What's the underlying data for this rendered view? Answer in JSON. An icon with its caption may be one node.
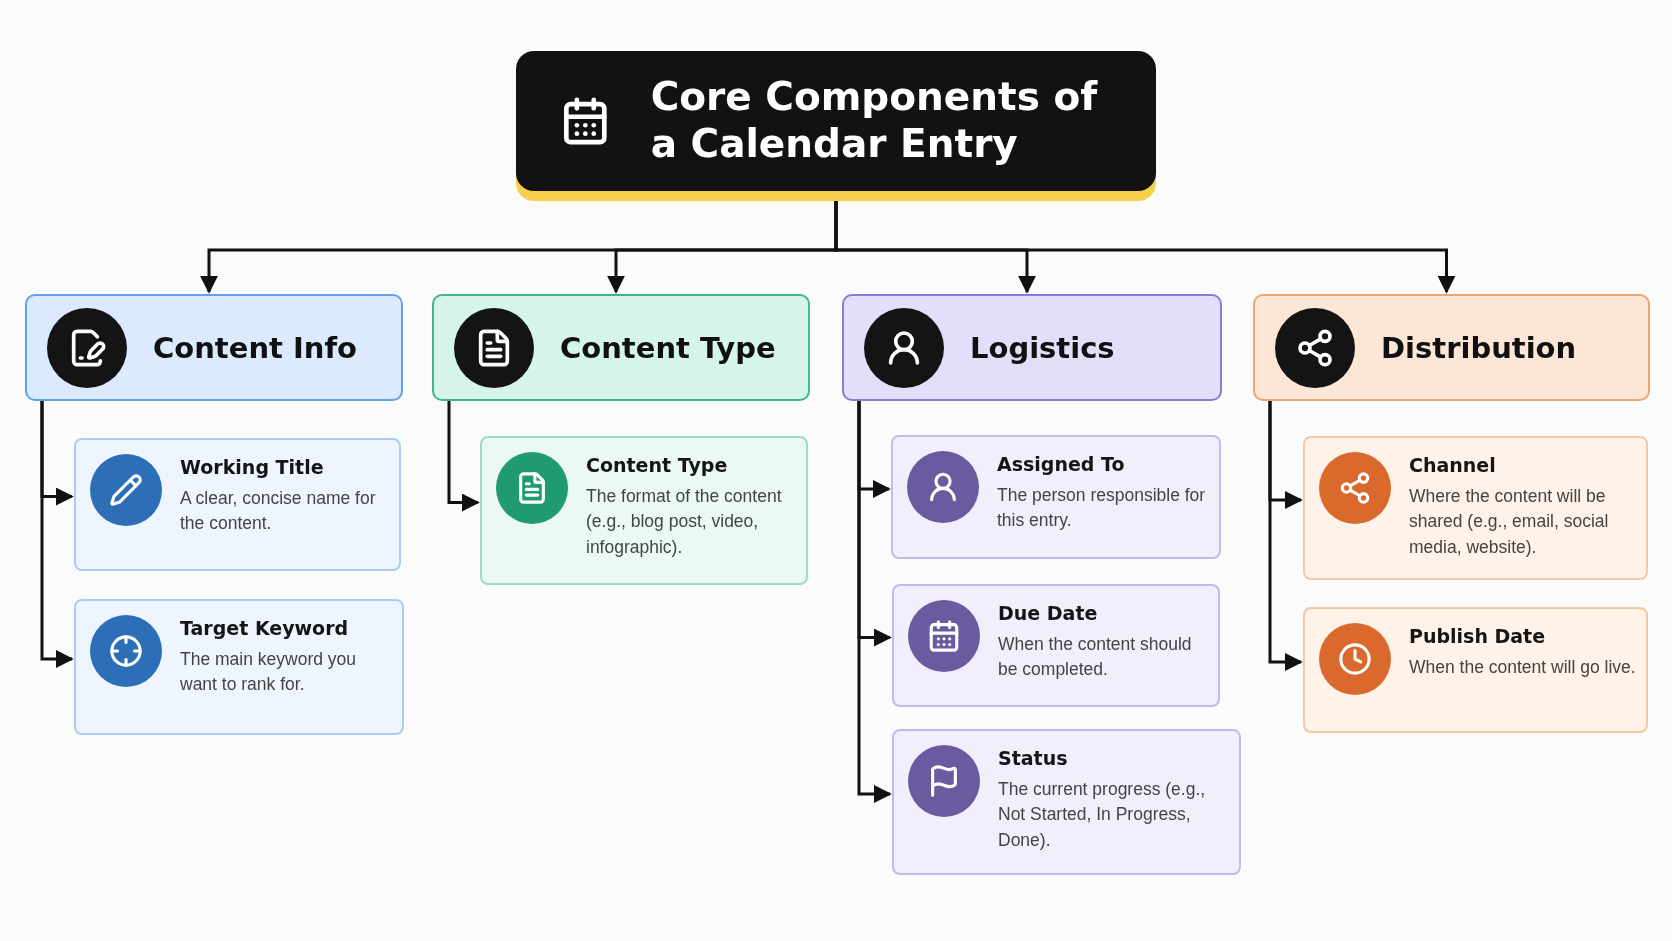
{
  "diagram": {
    "nodes": [
      {
        "text": [
          "Core Components of a Calendar Entry"
        ]
      },
      {
        "text": [
          "Content Info"
        ]
      },
      {
        "text": [
          "Working Title",
          "A clear, concise name for the content."
        ]
      },
      {
        "text": [
          "Target Keyword",
          "The main keyword you want to rank for."
        ]
      },
      {
        "text": [
          "Content Type"
        ]
      },
      {
        "text": [
          "Content Type",
          "The format of the content (e.g., blog post, video, infographic)."
        ]
      },
      {
        "text": [
          "Logistics"
        ]
      },
      {
        "text": [
          "Assigned To",
          "The person responsible for this entry."
        ]
      },
      {
        "text": [
          "Due Date",
          "When the content should be completed."
        ]
      },
      {
        "text": [
          "Status",
          "The current progress (e.g., Not Started, In Progress, Done)."
        ]
      },
      {
        "text": [
          "Distribution"
        ]
      },
      {
        "text": [
          "Channel",
          "Where the content will be shared (e.g., email, social media, website)."
        ]
      },
      {
        "text": [
          "Publish Date",
          "When the content will go live."
        ]
      }
    ],
    "edges": [
      {
        "from": 0,
        "to": 1,
        "arrow": "to"
      },
      {
        "from": 0,
        "to": 4,
        "arrow": "to"
      },
      {
        "from": 0,
        "to": 6,
        "arrow": "to"
      },
      {
        "from": 0,
        "to": 10,
        "arrow": "to"
      },
      {
        "from": 1,
        "to": 2,
        "arrow": "to"
      },
      {
        "from": 1,
        "to": 3,
        "arrow": "to"
      },
      {
        "from": 4,
        "to": 5,
        "arrow": "to"
      },
      {
        "from": 6,
        "to": 7,
        "arrow": "to"
      },
      {
        "from": 6,
        "to": 8,
        "arrow": "to"
      },
      {
        "from": 6,
        "to": 9,
        "arrow": "to"
      },
      {
        "from": 10,
        "to": 11,
        "arrow": "to"
      },
      {
        "from": 10,
        "to": 12,
        "arrow": "to"
      }
    ]
  }
}
